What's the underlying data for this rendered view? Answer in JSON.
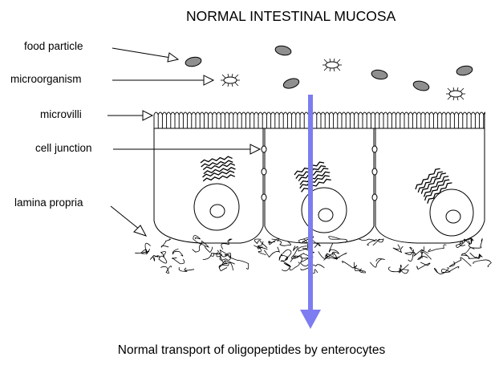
{
  "title": "NORMAL INTESTINAL MUCOSA",
  "labels": {
    "food_particle": "food particle",
    "microorganism": "microorganism",
    "microvilli": "microvilli",
    "cell_junction": "cell junction",
    "lamina_propria": "lamina propria"
  },
  "caption": "Normal transport of oligopeptides by enterocytes",
  "colors": {
    "transport_arrow": "#7d7cf0",
    "food_particle_fill": "#8f8f8f",
    "line": "#000000"
  }
}
